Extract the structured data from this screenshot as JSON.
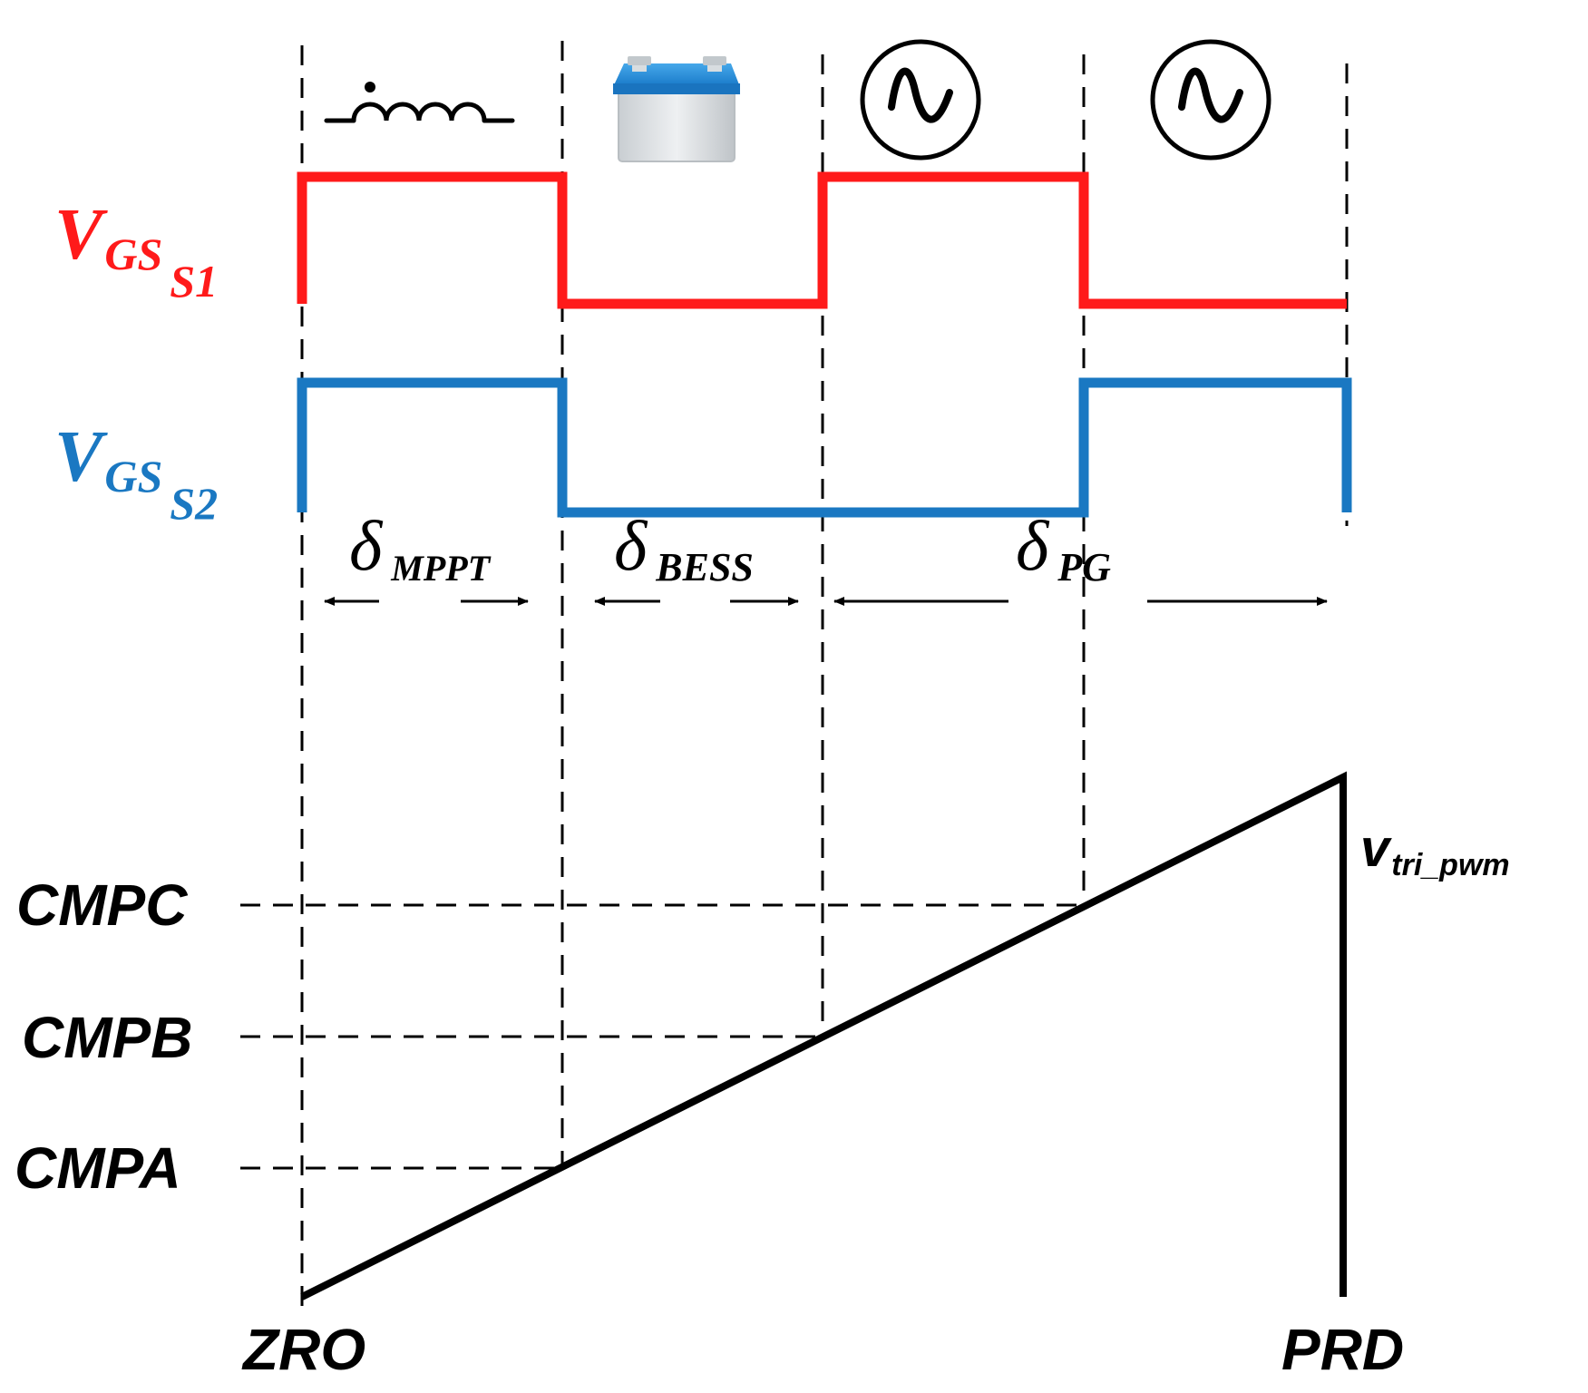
{
  "signals": {
    "s1": {
      "main": "V",
      "sub": "GS",
      "subsub": "S1",
      "color": "#ff1a1a"
    },
    "s2": {
      "main": "V",
      "sub": "GS",
      "subsub": "S2",
      "color": "#1a78c2"
    }
  },
  "intervals": {
    "mppt": {
      "delta": "δ",
      "sub": "MPPT"
    },
    "bess": {
      "delta": "δ",
      "sub": "BESS"
    },
    "pg": {
      "delta": "δ",
      "sub": "PG"
    }
  },
  "levels": {
    "cmpc": "CMPC",
    "cmpb": "CMPB",
    "cmpa": "CMPA"
  },
  "carrier": {
    "main": "v",
    "sub": "tri_pwm"
  },
  "time_labels": {
    "zero": "ZRO",
    "period": "PRD"
  },
  "icons": {
    "inductor": "inductor-icon",
    "battery": "battery-icon",
    "ac_source_1": "ac-source-icon",
    "ac_source_2": "ac-source-icon"
  },
  "colors": {
    "line": "#000000",
    "battery_top": "#1e88d6",
    "battery_body": "#d9dde0"
  }
}
